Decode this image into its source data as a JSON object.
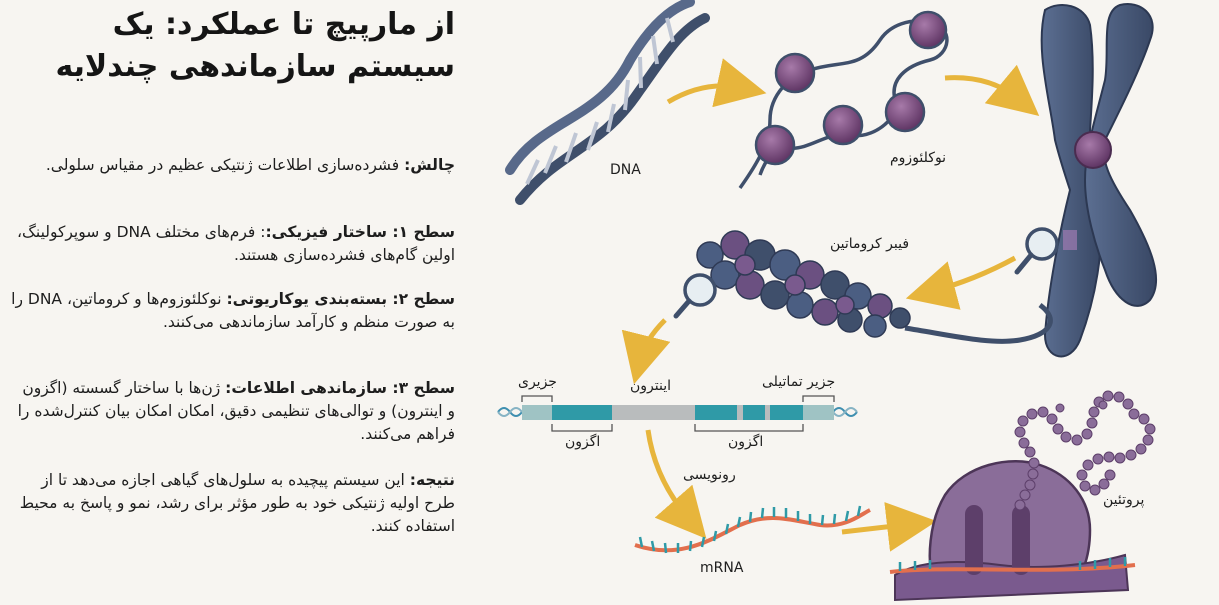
{
  "title": "از مارپیچ تا عملکرد: یک سیستم سازماندهی چندلایه",
  "sections": [
    {
      "heading": "چالش:",
      "text": " فشرده‌سازی اطلاعات ژنتیکی عظیم در مقیاس سلولی."
    },
    {
      "heading": "سطح ۱: ساختار فیزیکی:",
      "text": ": فرم‌های مختلف DNA و سوپرکولینگ، اولین گام‌های فشرده‌سازی هستند."
    },
    {
      "heading": "سطح ۲: بسته‌بندی یوکاریوتی:",
      "text": " نوکلئوزوم‌ها و کروماتین، DNA را به صورت منظم و کارآمد سازماندهی می‌کنند."
    },
    {
      "heading": "سطح ۳: سازماندهی اطلاعات:",
      "text": " ژن‌ها با ساختار گسسته (اگزون و اینترون) و توالی‌های تنظیمی دقیق، امکان امکان بیان کنترل‌شده را فراهم می‌کنند."
    },
    {
      "heading": "نتیجه:",
      "text": " این سیستم پیچیده به سلول‌های گیاهی اجازه می‌دهد تا از طرح اولیه ژنتیکی خود به طور مؤثر برای رشد، نمو و پاسخ به محیط استفاده کنند."
    }
  ],
  "labels": {
    "dna": "DNA",
    "nucleosome": "نوکلئوزوم",
    "chromatin_fiber": "فیبر کروماتین",
    "island": "جزیری",
    "intron": "اینترون",
    "terminal_island": "جزیر تماتیلی",
    "exon_left": "اگزون",
    "exon_right": "اگزون",
    "transcription": "رونویسی",
    "mrna": "mRNA",
    "protein": "پروتئین"
  },
  "colors": {
    "dna_blue": "#3f4f6b",
    "histone_purple": "#7a4d80",
    "arrow_gold": "#e7b53c",
    "exon_teal": "#2f9aa7",
    "intron_gray": "#b9bcbd",
    "mrna_orange": "#e26f4d",
    "protein_purple": "#8a6d99"
  }
}
